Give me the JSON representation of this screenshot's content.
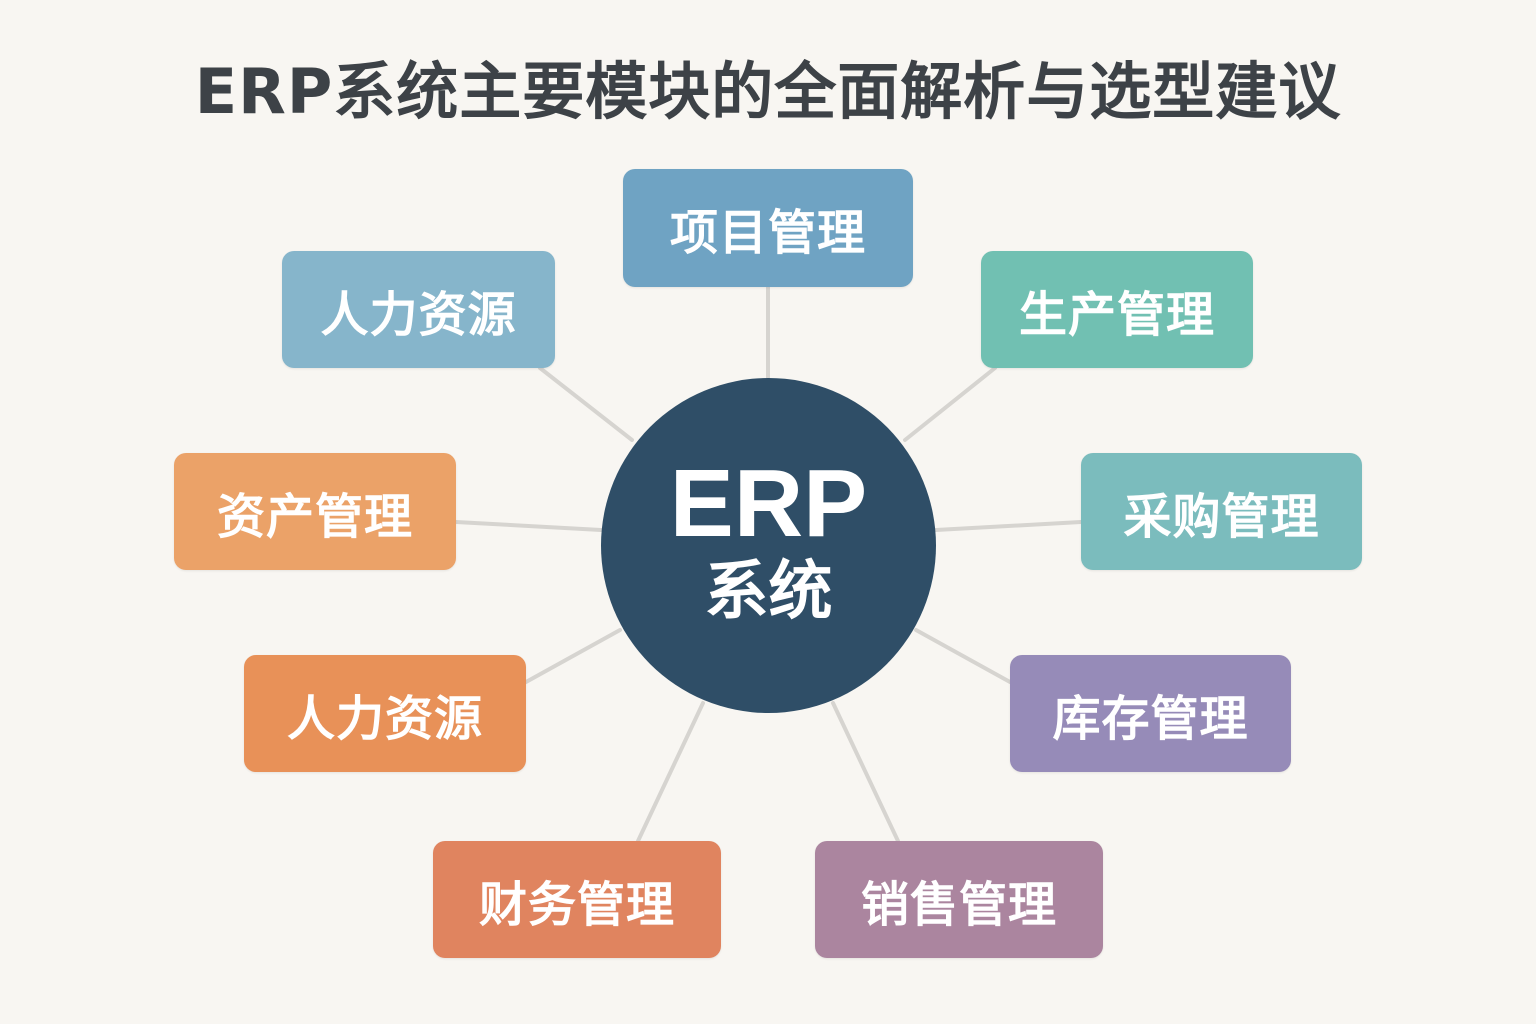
{
  "title": "ERP系统主要模块的全面解析与选型建议",
  "hub": {
    "main": "ERP",
    "sub": "系统",
    "color": "#2f4e67"
  },
  "connector_color": "#d6d4d0",
  "modules": [
    {
      "id": "project",
      "label": "项目管理",
      "color": "#6fa3c3"
    },
    {
      "id": "hr-top",
      "label": "人力资源",
      "color": "#86b5cb"
    },
    {
      "id": "production",
      "label": "生产管理",
      "color": "#71c0b2"
    },
    {
      "id": "asset",
      "label": "资产管理",
      "color": "#eba268"
    },
    {
      "id": "procurement",
      "label": "采购管理",
      "color": "#7bbcbd"
    },
    {
      "id": "hr-bottom",
      "label": "人力资源",
      "color": "#e89158"
    },
    {
      "id": "inventory",
      "label": "库存管理",
      "color": "#968bb8"
    },
    {
      "id": "finance",
      "label": "财务管理",
      "color": "#e0845f"
    },
    {
      "id": "sales",
      "label": "销售管理",
      "color": "#ab859f"
    }
  ]
}
